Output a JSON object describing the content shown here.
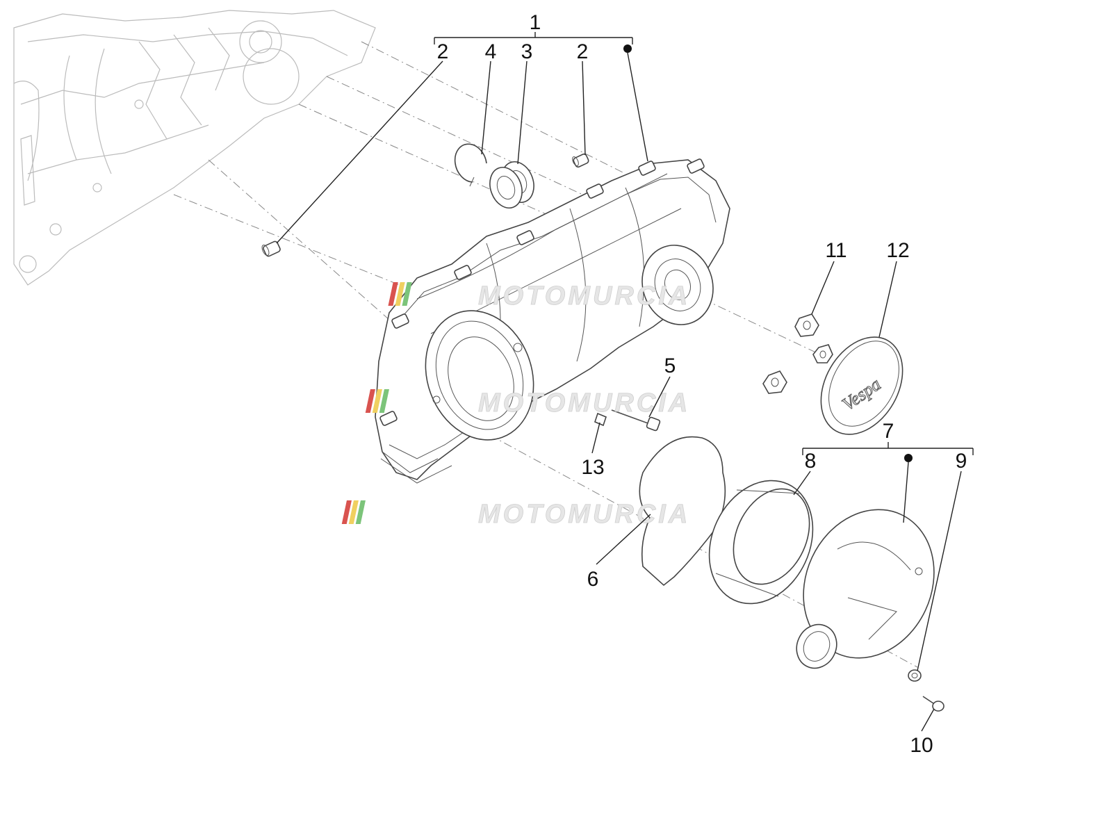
{
  "callouts": {
    "c1": "1",
    "c2a": "2",
    "c4": "4",
    "c3": "3",
    "c2b": "2",
    "c5": "5",
    "c6": "6",
    "c7": "7",
    "c8": "8",
    "c9": "9",
    "c10": "10",
    "c11": "11",
    "c12": "12",
    "c13": "13"
  },
  "watermarks": [
    "MOTOMURCIA",
    "MOTOMURCIA",
    "MOTOMURCIA"
  ],
  "cover_logo": "Vespa",
  "colors": {
    "watermark_red": "#d9534f",
    "watermark_yellow": "#f0d060",
    "watermark_green": "#7cc47a",
    "line": "#222222"
  }
}
